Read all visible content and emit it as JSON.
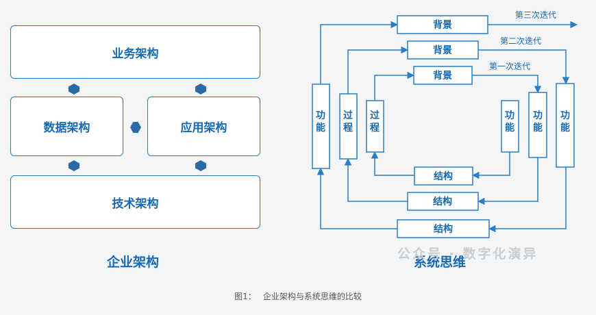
{
  "enterprise": {
    "business": "业务架构",
    "data": "数据架构",
    "application": "应用架构",
    "technology": "技术架构",
    "caption": "企业架构"
  },
  "systems": {
    "caption": "系统思维",
    "background": "背景",
    "structure": "结构",
    "function": "功能",
    "process": "过程",
    "iteration1": "第一次迭代",
    "iteration2": "第二次迭代",
    "iteration3": "第三次迭代"
  },
  "watermark": "公众号 · 数字化演异",
  "figure": {
    "number": "图1：",
    "title": "企业架构与系统思维的比较"
  },
  "colors": {
    "accent": "#1769b3",
    "border": "#2a7cc4",
    "arrow": "#2b6aa6",
    "background": "#f4f5f6"
  }
}
